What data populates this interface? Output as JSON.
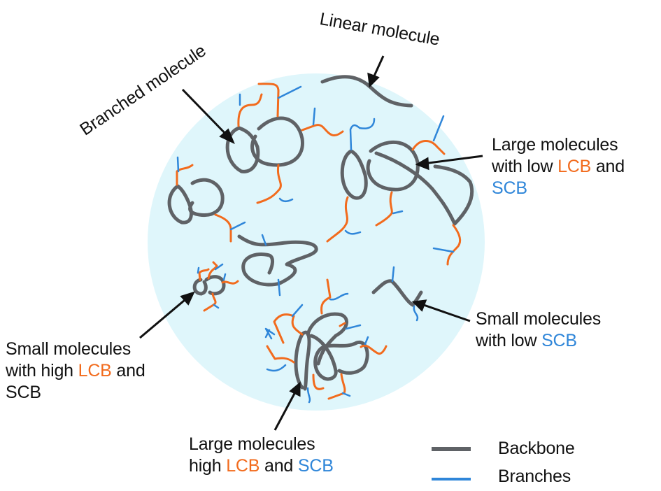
{
  "colors": {
    "background_circle": "#dff6fb",
    "backbone": "#5f6266",
    "lcb": "#f26b1d",
    "scb": "#2f86d9",
    "text": "#111111",
    "arrow": "#111111"
  },
  "labels": {
    "branched": "Branched molecule",
    "linear": "Linear molecule",
    "large_low": {
      "line1": "Large molecules",
      "line2_prefix": "with low ",
      "line2_lcb": "LCB",
      "line2_suffix": " and",
      "line3_scb": "SCB"
    },
    "small_low": {
      "line1": "Small molecules",
      "line2_prefix": "with low ",
      "line2_scb": "SCB"
    },
    "small_high": {
      "line1": "Small molecules",
      "line2_prefix": "with high ",
      "line2_lcb": "LCB",
      "line2_suffix": " and",
      "line3": "SCB"
    },
    "large_high": {
      "line1": "Large molecules",
      "line2_prefix": "high ",
      "line2_lcb": "LCB",
      "line2_mid": " and ",
      "line2_scb": "SCB"
    }
  },
  "legend": [
    {
      "label": "Backbone",
      "type": "backbone"
    },
    {
      "label": "Branches",
      "type": "branches"
    }
  ]
}
